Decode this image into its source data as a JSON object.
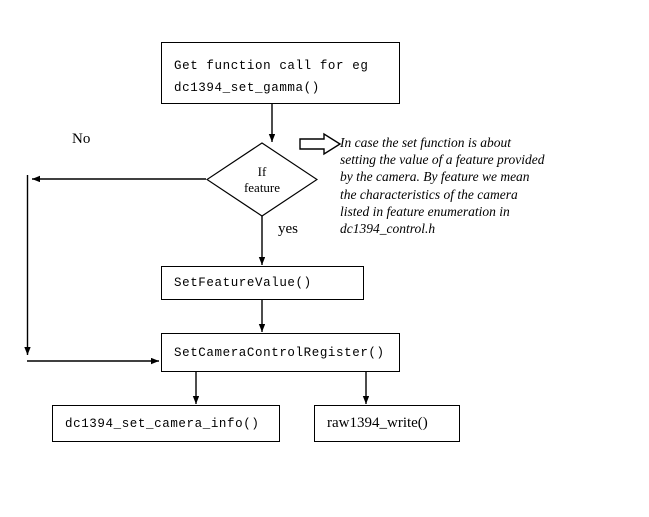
{
  "diagram": {
    "type": "flowchart",
    "title_text": "",
    "background_color": "#ffffff",
    "stroke_color": "#000000",
    "nodes": {
      "entry": {
        "label": "Get function call for eg\ndc1394_set_gamma()",
        "shape": "rectangle",
        "font": "monospace"
      },
      "decision": {
        "label_line1": "If",
        "label_line2": "feature",
        "shape": "diamond"
      },
      "set_feature_value": {
        "label": "SetFeatureValue()",
        "shape": "rectangle",
        "font": "monospace"
      },
      "set_camera_control_register": {
        "label": "SetCameraControlRegister()",
        "shape": "rectangle",
        "font": "monospace"
      },
      "dc1394_set_camera_info": {
        "label": "dc1394_set_camera_info()",
        "shape": "rectangle",
        "font": "monospace"
      },
      "raw1394_write": {
        "label": "raw1394_write()",
        "shape": "rectangle",
        "font": "serif"
      }
    },
    "edge_labels": {
      "no": "No",
      "yes": "yes"
    },
    "annotation": {
      "text": "In case the set function is about\nsetting the value of a feature provided\nby the camera. By feature we mean\nthe characteristics of the camera\nlisted in feature enumeration in\ndc1394_control.h",
      "style": "italic",
      "callout_icon": "block-arrow-right-icon"
    }
  }
}
